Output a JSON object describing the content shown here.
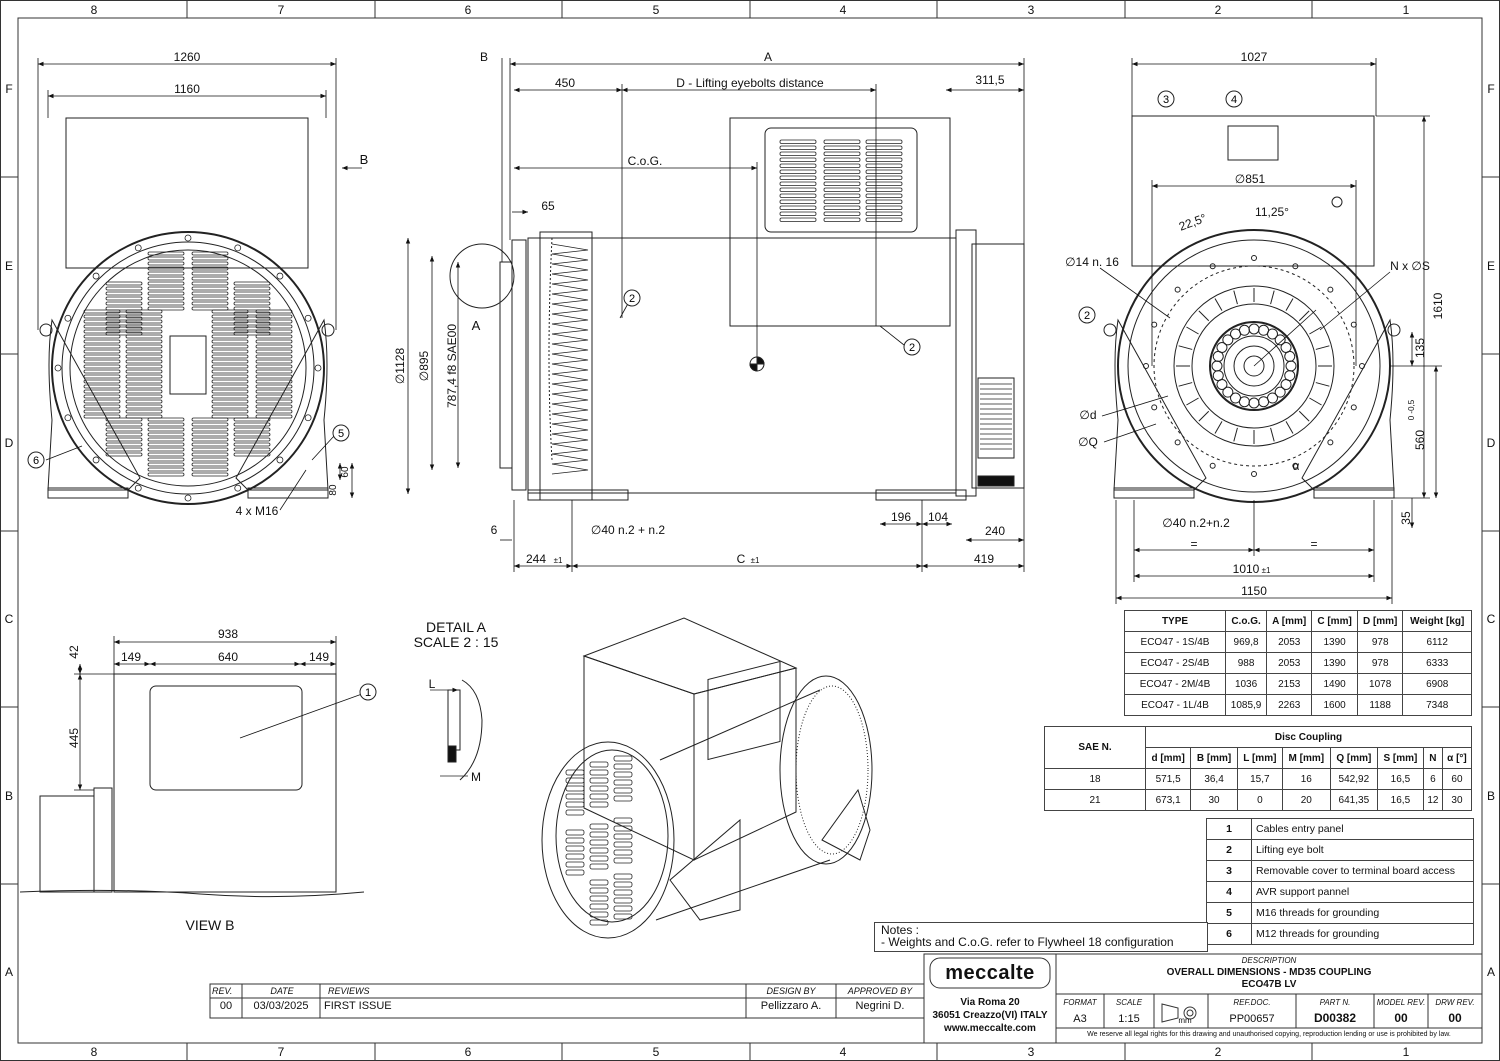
{
  "frame": {
    "zones_top": [
      "8",
      "7",
      "6",
      "5",
      "4",
      "3",
      "2",
      "1"
    ],
    "zones_side": [
      "F",
      "E",
      "D",
      "C",
      "B",
      "A"
    ]
  },
  "front_view": {
    "dims": [
      "1260",
      "1160",
      "4 x M16",
      "80",
      "60"
    ],
    "callouts": [
      "5",
      "6"
    ],
    "arrow_label": "B"
  },
  "side_view": {
    "dims": {
      "B": "B",
      "A": "A",
      "d450": "450",
      "D": "D - Lifting eyebolts distance",
      "d311": "311,5",
      "cog": "C.o.G.",
      "d65": "65",
      "d1128": "∅1128",
      "d895": "∅895",
      "d787": "787,4 f8 SAE00",
      "detail": "A",
      "d6": "6",
      "d40": "∅40 n.2 + n.2",
      "d196": "196",
      "d104": "104",
      "d240": "240",
      "d244": "244",
      "tol": "±1",
      "C": "C",
      "tol2": "±1",
      "d419": "419"
    },
    "callouts": [
      "2",
      "2"
    ]
  },
  "rear_view": {
    "dims": {
      "d1027": "1027",
      "d851": "∅851",
      "a22": "22,5°",
      "a11": "11,25°",
      "d14": "∅14 n. 16",
      "NS": "N x ∅S",
      "d1610": "1610",
      "d135": "135",
      "d560": "560",
      "tol560": "0 -0,5",
      "dd": "∅d",
      "dQ": "∅Q",
      "alpha": "α",
      "d40": "∅40 n.2+n.2",
      "eq1": "=",
      "eq2": "=",
      "d1010": "1010",
      "tol1010": "±1",
      "d1150": "1150",
      "d35": "35"
    },
    "callouts": [
      "3",
      "4",
      "2"
    ]
  },
  "view_b": {
    "title": "VIEW B",
    "dims": [
      "938",
      "42",
      "149",
      "640",
      "149",
      "445"
    ],
    "callouts": [
      "1"
    ]
  },
  "detail_a": {
    "title": "DETAIL A",
    "scale": "SCALE 2 : 15",
    "labels": [
      "L",
      "M"
    ]
  },
  "type_table": {
    "headers": [
      "TYPE",
      "C.o.G.",
      "A [mm]",
      "C [mm]",
      "D [mm]",
      "Weight [kg]"
    ],
    "rows": [
      [
        "ECO47 - 1S/4B",
        "969,8",
        "2053",
        "1390",
        "978",
        "6112"
      ],
      [
        "ECO47 - 2S/4B",
        "988",
        "2053",
        "1390",
        "978",
        "6333"
      ],
      [
        "ECO47 - 2M/4B",
        "1036",
        "2153",
        "1490",
        "1078",
        "6908"
      ],
      [
        "ECO47 - 1L/4B",
        "1085,9",
        "2263",
        "1600",
        "1188",
        "7348"
      ]
    ]
  },
  "disc_table": {
    "sae_header": "SAE N.",
    "group_header": "Disc Coupling",
    "headers": [
      "d [mm]",
      "B [mm]",
      "L [mm]",
      "M [mm]",
      "Q [mm]",
      "S [mm]",
      "N",
      "α [°]"
    ],
    "rows": [
      [
        "18",
        "571,5",
        "36,4",
        "15,7",
        "16",
        "542,92",
        "16,5",
        "6",
        "60"
      ],
      [
        "21",
        "673,1",
        "30",
        "0",
        "20",
        "641,35",
        "16,5",
        "12",
        "30"
      ]
    ]
  },
  "legend": [
    {
      "n": "1",
      "text": "Cables entry panel"
    },
    {
      "n": "2",
      "text": "Lifting eye bolt"
    },
    {
      "n": "3",
      "text": "Removable cover to terminal board access"
    },
    {
      "n": "4",
      "text": "AVR support pannel"
    },
    {
      "n": "5",
      "text": "M16 threads for grounding"
    },
    {
      "n": "6",
      "text": "M12 threads for grounding"
    }
  ],
  "notes": {
    "title": "Notes :",
    "line": "- Weights and C.o.G. refer to Flywheel 18 configuration"
  },
  "revisions": {
    "headers": [
      "REV.",
      "DATE",
      "REVIEWS",
      "DESIGN BY",
      "APPROVED BY"
    ],
    "row": [
      "00",
      "03/03/2025",
      "FIRST ISSUE",
      "Pellizzaro A.",
      "Negrini D."
    ]
  },
  "company": {
    "logo": "meccalte",
    "address1": "Via Roma 20",
    "address2": "36051 Creazzo(VI) ITALY",
    "web": "www.meccalte.com"
  },
  "title_block": {
    "description_label": "DESCRIPTION",
    "title1": "OVERALL DIMENSIONS - MD35 COUPLING",
    "title2": "ECO47B LV",
    "format_label": "FORMAT",
    "format": "A3",
    "scale_label": "SCALE",
    "scale": "1:15",
    "unit": "mm",
    "ref_label": "REF.DOC.",
    "ref": "PP00657",
    "part_label": "PART N.",
    "part": "D00382",
    "model_label": "MODEL REV.",
    "model": "00",
    "drw_label": "DRW REV.",
    "drw": "00",
    "rights": "We reserve all legal rights for this drawing and unauthorised copying, reproduction lending or use is prohibited by law."
  }
}
